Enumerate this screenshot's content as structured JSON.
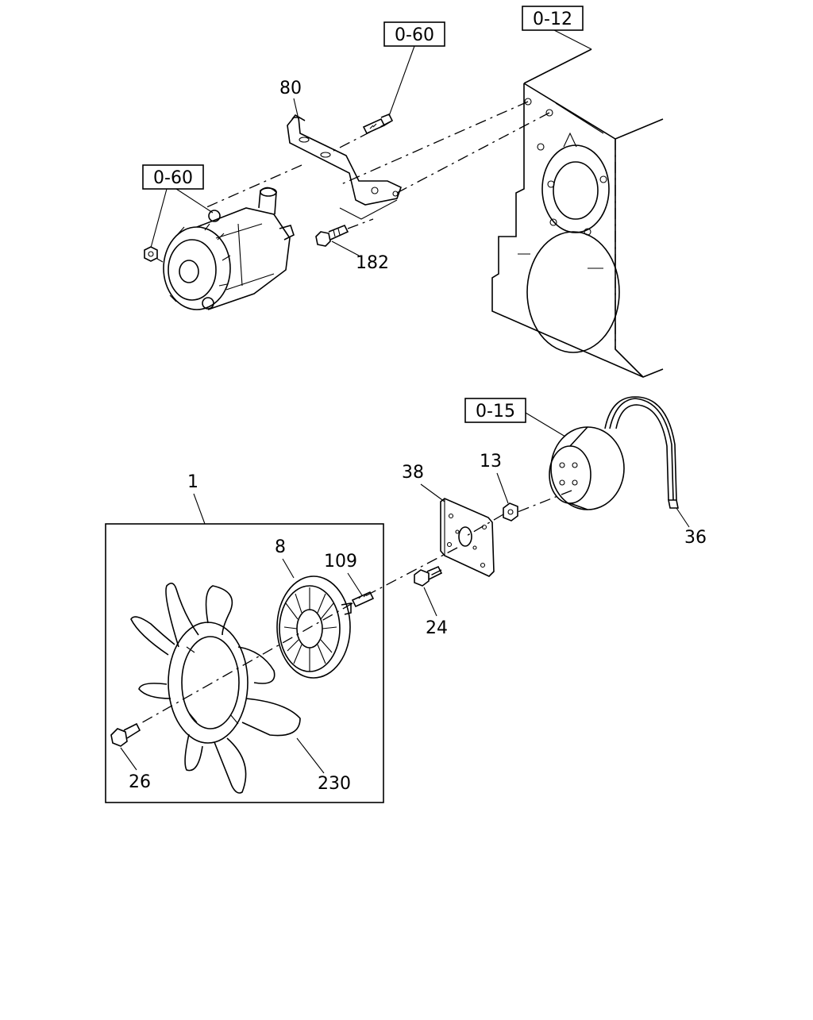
{
  "references": {
    "ref_0_12": "0-12",
    "ref_0_60_top": "0-60",
    "ref_0_60_left": "0-60",
    "ref_0_15": "0-15"
  },
  "callouts": {
    "c80": "80",
    "c182": "182",
    "c1": "1",
    "c8": "8",
    "c109": "109",
    "c38": "38",
    "c13": "13",
    "c24": "24",
    "c36": "36",
    "c26": "26",
    "c230": "230"
  }
}
